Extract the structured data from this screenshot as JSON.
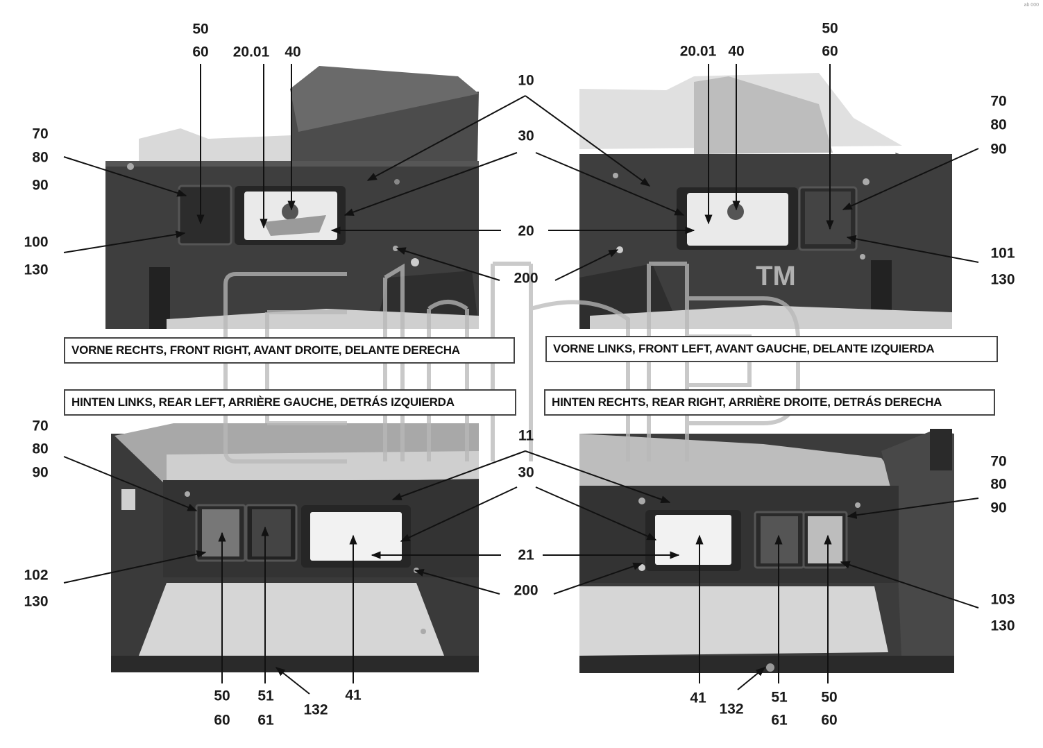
{
  "captions": {
    "front_right": "VORNE RECHTS, FRONT RIGHT, AVANT DROITE, DELANTE DERECHA",
    "front_left": "VORNE LINKS, FRONT LEFT, AVANT GAUCHE, DELANTE IZQUIERDA",
    "rear_left": "HINTEN LINKS, REAR LEFT, ARRIÈRE GAUCHE, DETRÁS IZQUIERDA",
    "rear_right": "HINTEN RECHTS, REAR RIGHT, ARRIÈRE DROITE, DETRÁS DERECHA"
  },
  "watermark": {
    "letters": "cnh",
    "trademark": "TM"
  },
  "corner_mark": "ab 000",
  "callouts": {
    "fr_50": "50",
    "fr_60": "60",
    "fr_2001": "20.01",
    "fr_40": "40",
    "fr_70": "70",
    "fr_80": "80",
    "fr_90": "90",
    "fr_100": "100",
    "fr_130": "130",
    "c_10": "10",
    "c_30_top": "30",
    "c_20": "20",
    "c_200_top": "200",
    "fl_50": "50",
    "fl_60": "60",
    "fl_2001": "20.01",
    "fl_40": "40",
    "fl_70": "70",
    "fl_80": "80",
    "fl_90": "90",
    "fl_101": "101",
    "fl_130": "130",
    "rl_70": "70",
    "rl_80": "80",
    "rl_90": "90",
    "rl_102": "102",
    "rl_130": "130",
    "c_11": "11",
    "c_30_bot": "30",
    "c_21": "21",
    "c_200_bot": "200",
    "rl_50": "50",
    "rl_60": "60",
    "rl_51": "51",
    "rl_61": "61",
    "rl_132": "132",
    "rl_41": "41",
    "rr_70": "70",
    "rr_80": "80",
    "rr_90": "90",
    "rr_103": "103",
    "rr_130": "130",
    "rr_41": "41",
    "rr_132": "132",
    "rr_51": "51",
    "rr_61": "61",
    "rr_50": "50",
    "rr_60": "60"
  }
}
